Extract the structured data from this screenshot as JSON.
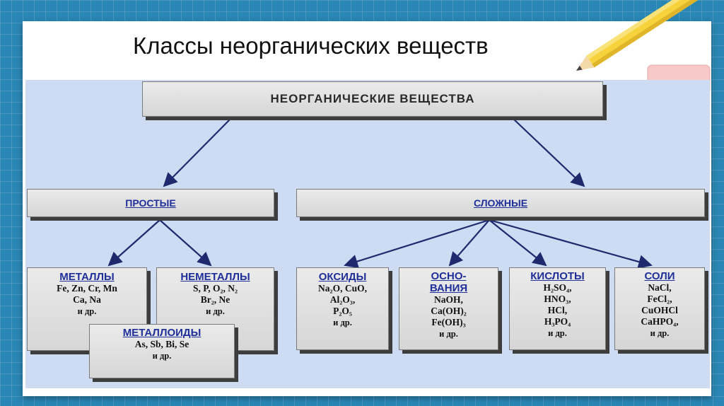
{
  "slide": {
    "title": "Классы неорганических веществ"
  },
  "diagram": {
    "root": "НЕОРГАНИЧЕСКИЕ ВЕЩЕСТВА",
    "simple": {
      "label": "ПРОСТЫЕ",
      "metals": {
        "head": "МЕТАЛЛЫ",
        "lines": [
          "Fe, Zn, Cr, Mn",
          "Ca, Na",
          "и др."
        ]
      },
      "nonmetals": {
        "head": "НЕМЕТАЛЛЫ",
        "lines": [
          "S, P, O₂, N₂",
          "Br₂, Ne",
          "и др."
        ]
      },
      "metalloids": {
        "head": "МЕТАЛЛОИДЫ",
        "lines": [
          "As, Sb, Bi, Se",
          "и др."
        ]
      }
    },
    "complex": {
      "label": "СЛОЖНЫЕ",
      "oxides": {
        "head": "ОКСИДЫ",
        "lines": [
          "Na₂O, CuO,",
          "Al₂O₃,",
          "P₂O₅",
          "и др."
        ]
      },
      "bases": {
        "head1": "ОСНО-",
        "head2": "ВАНИЯ",
        "lines": [
          "NaOH,",
          "Ca(OH)₂",
          "Fe(OH)₃",
          "и др."
        ]
      },
      "acids": {
        "head": "КИСЛОТЫ",
        "lines": [
          "H₂SO₄,",
          "HNO₃,",
          "HCl,",
          "H₃PO₄",
          "и др."
        ]
      },
      "salts": {
        "head": "СОЛИ",
        "lines": [
          "NaCl,",
          "FeCl₂,",
          "CuOHCl",
          "CaHPO₄,",
          "и др."
        ]
      }
    }
  },
  "colors": {
    "background": "#2a86b4",
    "diagram_bg": "#cddcf2",
    "heading_blue": "#1e2f9a",
    "arrow": "#1f2a6e"
  }
}
